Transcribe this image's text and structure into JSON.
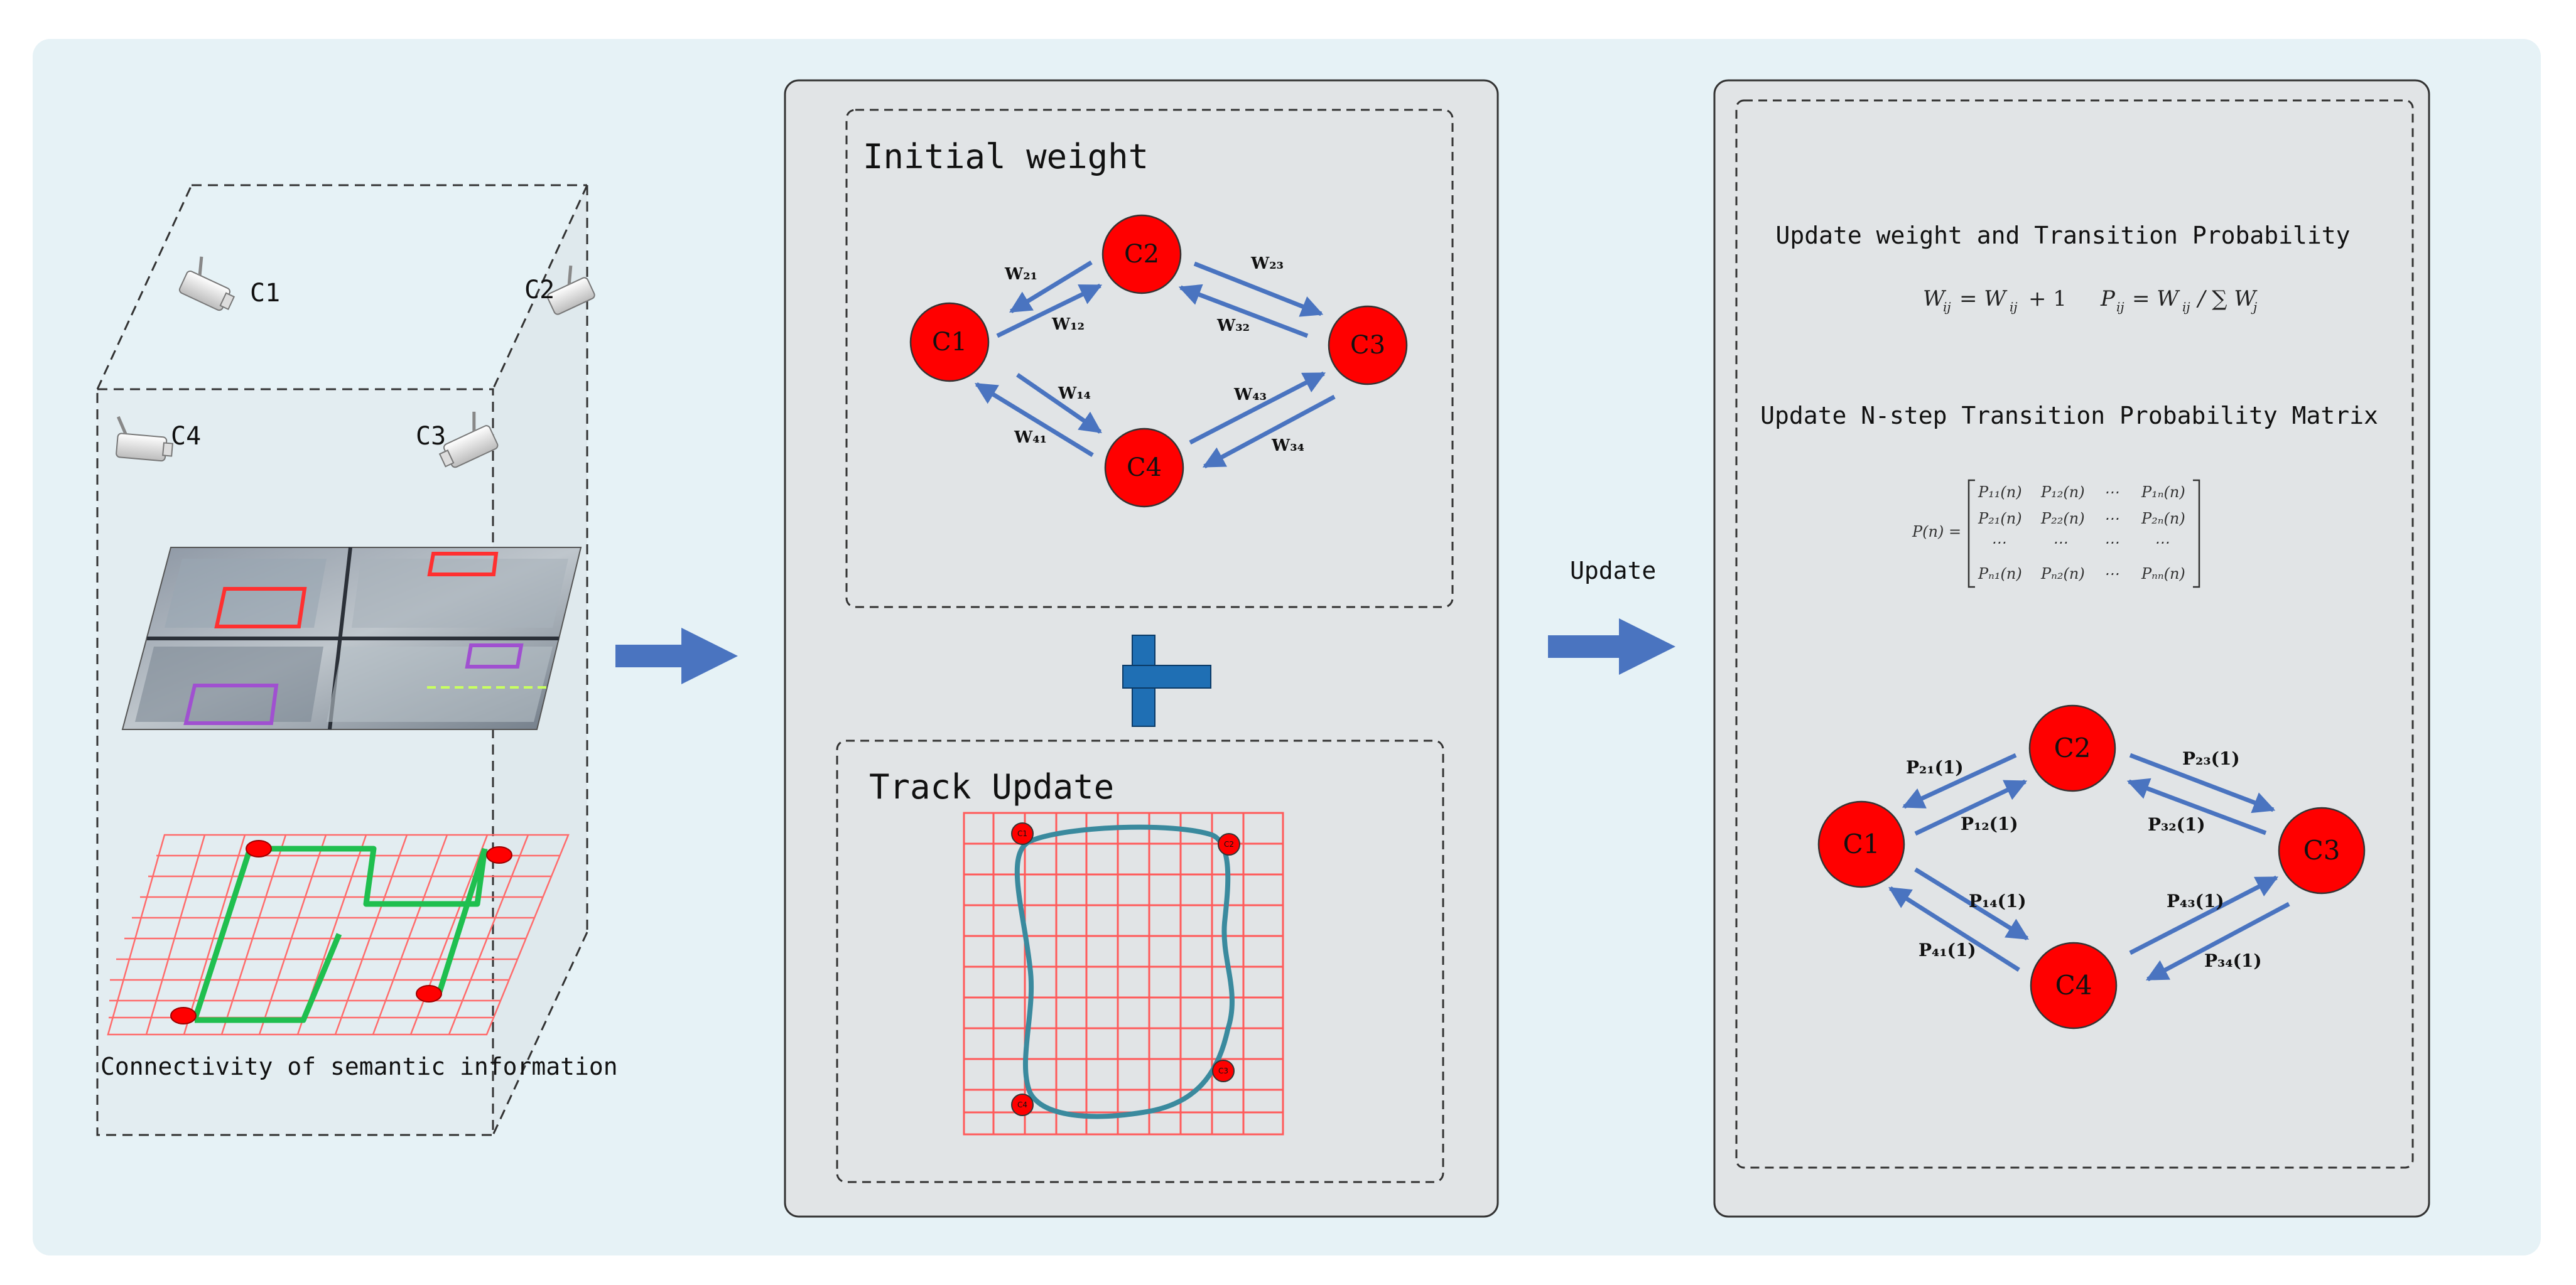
{
  "colors": {
    "page_bg": "#e6f2f6",
    "panel_bg": "#e1e4e6",
    "arrow_blue": "#4a74c0",
    "node_red": "#ff0000",
    "grid_red": "#ff5a5a",
    "path_green": "#1fbf4f",
    "track_teal": "#3a8a9e",
    "plus_blue": "#1f6fb4"
  },
  "left_panel": {
    "cameras": [
      "C1",
      "C2",
      "C3",
      "C4"
    ],
    "caption": "Connectivity of semantic information"
  },
  "middle_panel": {
    "initial_weight": {
      "title": "Initial weight",
      "nodes": [
        "C1",
        "C2",
        "C3",
        "C4"
      ],
      "edge_labels": {
        "w21": "W₂₁",
        "w12": "W₁₂",
        "w23": "W₂₃",
        "w32": "W₃₂",
        "w14": "W₁₄",
        "w41": "W₄₁",
        "w43": "W₄₃",
        "w34": "W₃₄"
      }
    },
    "track_update": {
      "title": "Track Update",
      "corner_labels": [
        "C1",
        "C2",
        "C3",
        "C4"
      ]
    }
  },
  "update_label": "Update",
  "right_panel": {
    "heading_weight": "Update weight and Transition Probability",
    "formula_w_lhs": "W",
    "formula_w_sub": "ij",
    "formula_w_rhs": "= W",
    "formula_w_rhs_sub": "ij",
    "formula_w_plus": "+ 1",
    "formula_p_lhs": "P",
    "formula_p_sub": "ij",
    "formula_p_rhs": "= W",
    "formula_p_rhs_sub": "ij",
    "formula_p_div": "/ ∑ W",
    "formula_p_div_sub": "j",
    "heading_matrix": "Update N-step Transition Probability Matrix",
    "matrix_lhs": "P(n) =",
    "matrix_rows": [
      [
        "P₁₁(n)",
        "P₁₂(n)",
        "⋯",
        "P₁ₙ(n)"
      ],
      [
        "P₂₁(n)",
        "P₂₂(n)",
        "⋯",
        "P₂ₙ(n)"
      ],
      [
        "⋯",
        "⋯",
        "⋯",
        "⋯"
      ],
      [
        "Pₙ₁(n)",
        "Pₙ₂(n)",
        "⋯",
        "Pₙₙ(n)"
      ]
    ],
    "nodes": [
      "C1",
      "C2",
      "C3",
      "C4"
    ],
    "edge_labels": {
      "p21": "P₂₁(1)",
      "p12": "P₁₂(1)",
      "p23": "P₂₃(1)",
      "p32": "P₃₂(1)",
      "p14": "P₁₄(1)",
      "p41": "P₄₁(1)",
      "p43": "P₄₃(1)",
      "p34": "P₃₄(1)"
    }
  }
}
